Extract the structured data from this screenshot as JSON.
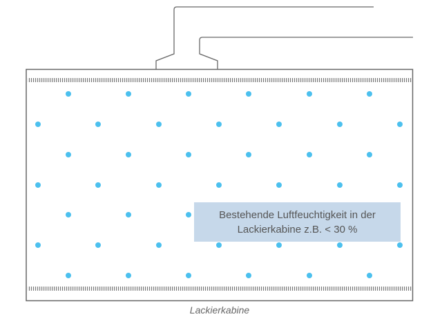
{
  "diagram": {
    "info_box": {
      "line1": "Bestehende Luftfeuchtigkeit in der",
      "line2": "Lackierkabine z.B. < 30 %"
    },
    "caption": "Lackierkabine",
    "colors": {
      "dot": "#4cc0ee",
      "outline": "#666666",
      "info_box": "#c6d8ea"
    }
  }
}
